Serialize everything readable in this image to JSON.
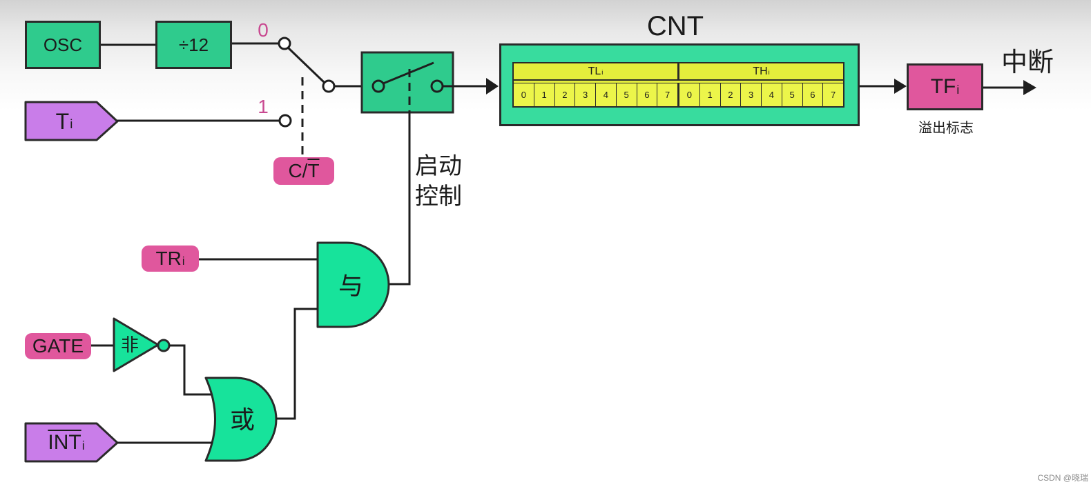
{
  "clock_source": {
    "osc_label": "OSC",
    "divider_label": "÷12"
  },
  "mode_switch": {
    "contact_0_label": "0",
    "contact_1_label": "1",
    "select_label": {
      "prefix": "C/",
      "overlined": "T"
    }
  },
  "external_input": {
    "main": "T",
    "sub": "i"
  },
  "start_control": {
    "line1": "启动",
    "line2": "控制"
  },
  "counter": {
    "title": "CNT",
    "low_byte": {
      "main": "TL",
      "sub": "i",
      "bits": [
        "0",
        "1",
        "2",
        "3",
        "4",
        "5",
        "6",
        "7"
      ]
    },
    "high_byte": {
      "main": "TH",
      "sub": "i",
      "bits": [
        "0",
        "1",
        "2",
        "3",
        "4",
        "5",
        "6",
        "7"
      ]
    }
  },
  "overflow_flag": {
    "main": "TF",
    "sub": "i",
    "caption": "溢出标志"
  },
  "interrupt_label": "中断",
  "gate_logic": {
    "run_bit": {
      "main": "TR",
      "sub": "i"
    },
    "and_gate_label": "与",
    "gate_bit_label": "GATE",
    "not_gate_label": "非",
    "or_gate_label": "或",
    "int_pin": {
      "overlined": "INT",
      "sub": "i"
    }
  },
  "watermark": "CSDN @晓瑞",
  "colors": {
    "block_green": "#2fcb8d",
    "counter_green": "#38dc9e",
    "gate_green": "#17e39b",
    "register_yellow": "#e4ee3c",
    "bit_yellow": "#ecf54a",
    "pin_purple": "#c97de9",
    "label_pink": "#e0579d",
    "contact_pink": "#c94a91",
    "wire": "#1e1e1e"
  }
}
